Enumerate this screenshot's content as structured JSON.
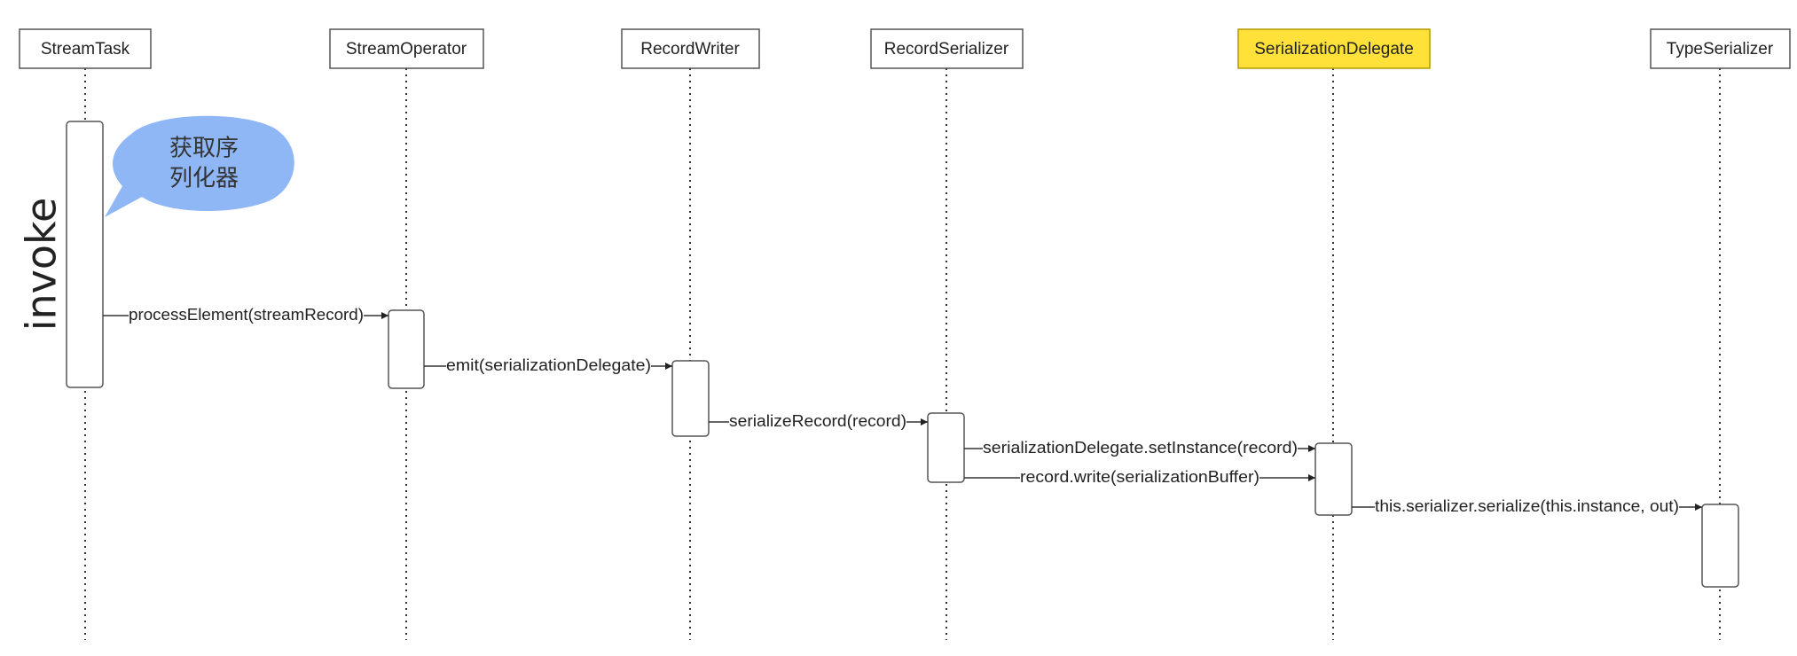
{
  "participants": [
    {
      "id": "streamtask",
      "label": "StreamTask",
      "highlight": false
    },
    {
      "id": "streamoperator",
      "label": "StreamOperator",
      "highlight": false
    },
    {
      "id": "recordwriter",
      "label": "RecordWriter",
      "highlight": false
    },
    {
      "id": "recordserializer",
      "label": "RecordSerializer",
      "highlight": false
    },
    {
      "id": "serializationdelegate",
      "label": "SerializationDelegate",
      "highlight": true
    },
    {
      "id": "typeserializer",
      "label": "TypeSerializer",
      "highlight": false
    }
  ],
  "messages": [
    {
      "from": "streamtask",
      "to": "streamoperator",
      "label": "processElement(streamRecord)"
    },
    {
      "from": "streamoperator",
      "to": "recordwriter",
      "label": "emit(serializationDelegate)"
    },
    {
      "from": "recordwriter",
      "to": "recordserializer",
      "label": "serializeRecord(record)"
    },
    {
      "from": "recordserializer",
      "to": "serializationdelegate",
      "label": "serializationDelegate.setInstance(record)"
    },
    {
      "from": "recordserializer",
      "to": "serializationdelegate",
      "label": "record.write(serializationBuffer)"
    },
    {
      "from": "serializationdelegate",
      "to": "typeserializer",
      "label": "this.serializer.serialize(this.instance, out)"
    }
  ],
  "side_label": "invoke",
  "note": {
    "lines": [
      "获取序",
      "列化器"
    ]
  },
  "colors": {
    "highlight_fill": "#ffe13a",
    "highlight_border": "#b39b00",
    "box_border": "#555555",
    "note_fill": "#8fb6f5",
    "line": "#333333"
  }
}
